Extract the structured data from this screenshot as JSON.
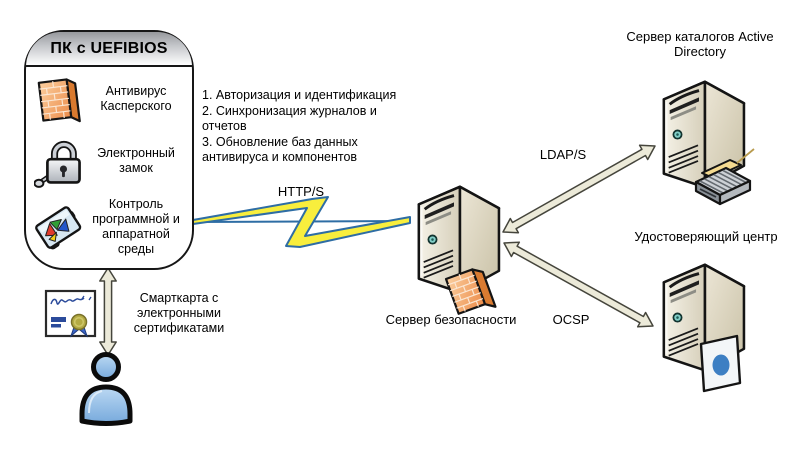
{
  "pc_box": {
    "title": "ПК с UEFIBIOS",
    "items": [
      {
        "icon": "firewall-brick-icon",
        "label": "Антивирус Касперского"
      },
      {
        "icon": "electronic-lock-icon",
        "label": "Электронный замок"
      },
      {
        "icon": "hardware-control-icon",
        "label": "Контроль программной и аппаратной среды"
      }
    ]
  },
  "steps": [
    "1. Авторизация и идентификация",
    "2. Синхронизация журналов и отчетов",
    "3. Обновление баз данных антивируса и компонентов"
  ],
  "links": {
    "http": {
      "label": "HTTP/S"
    },
    "ldap": {
      "label": "LDAP/S"
    },
    "ocsp": {
      "label": "OCSP"
    }
  },
  "nodes": {
    "security_server": {
      "label": "Сервер безопасности"
    },
    "ad_server": {
      "label": "Сервер каталогов Active Directory"
    },
    "ca_server": {
      "label": "Удостоверяющий центр"
    }
  },
  "smartcard": {
    "label": "Смарткарта с электронными сертификатами"
  },
  "colors": {
    "bolt_fill": "#f8ee3d",
    "bolt_stroke": "#2e6da4",
    "arrow_fill": "#ecead9",
    "arrow_stroke": "#45453c",
    "server_body": "#ddd6c3",
    "firewall_orange": "#f2995c",
    "person_blue": "#8cb8e4"
  }
}
